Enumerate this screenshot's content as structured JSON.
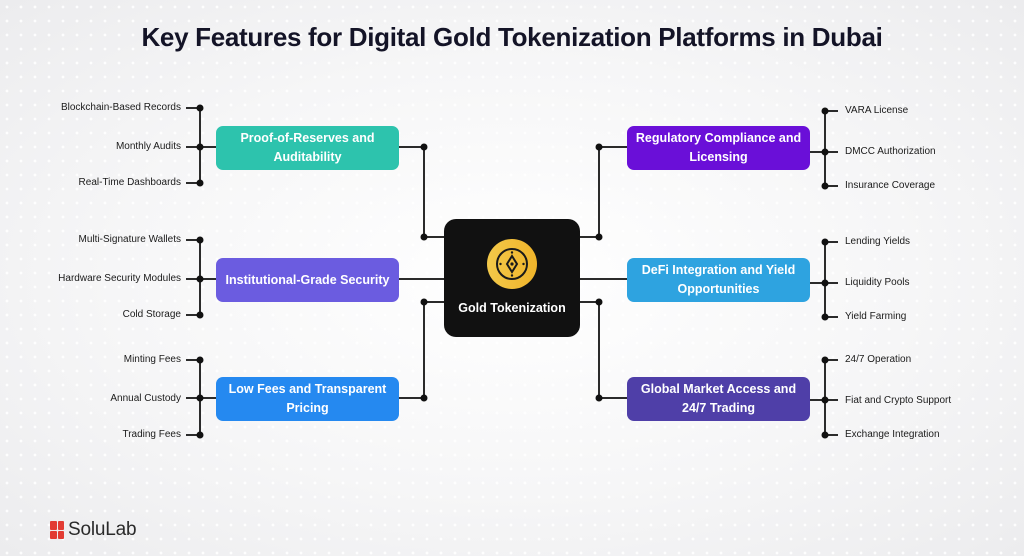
{
  "title": "Key Features for Digital Gold Tokenization Platforms in Dubai",
  "center": {
    "label": "Gold Tokenization",
    "icon": "gold-coin-icon",
    "bg_color": "#111111",
    "coin_color": "#f0b42a"
  },
  "features": [
    {
      "id": "proof-of-reserves",
      "label": "Proof-of-Reserves and Auditability",
      "side": "left",
      "color": "#2dc3ad",
      "items": [
        "Blockchain-Based Records",
        "Monthly Audits",
        "Real-Time Dashboards"
      ]
    },
    {
      "id": "institutional-security",
      "label": "Institutional-Grade Security",
      "side": "left",
      "color": "#6b5ce0",
      "items": [
        "Multi-Signature Wallets",
        "Hardware Security Modules",
        "Cold Storage"
      ]
    },
    {
      "id": "low-fees",
      "label": "Low Fees and Transparent Pricing",
      "side": "left",
      "color": "#2589f0",
      "items": [
        "Minting Fees",
        "Annual Custody",
        "Trading Fees"
      ]
    },
    {
      "id": "regulatory-compliance",
      "label": "Regulatory Compliance and Licensing",
      "side": "right",
      "color": "#6a0fd8",
      "items": [
        "VARA License",
        "DMCC Authorization",
        "Insurance Coverage"
      ]
    },
    {
      "id": "defi-integration",
      "label": "DeFi Integration and Yield Opportunities",
      "side": "right",
      "color": "#2ea3e0",
      "items": [
        "Lending Yields",
        "Liquidity Pools",
        "Yield Farming"
      ]
    },
    {
      "id": "global-market-access",
      "label": "Global Market Access and 24/7 Trading",
      "side": "right",
      "color": "#4f3fa8",
      "items": [
        "24/7 Operation",
        "Fiat and Crypto Support",
        "Exchange Integration"
      ]
    }
  ],
  "brand": {
    "name": "SoluLab",
    "mark_color": "#e23b33"
  }
}
